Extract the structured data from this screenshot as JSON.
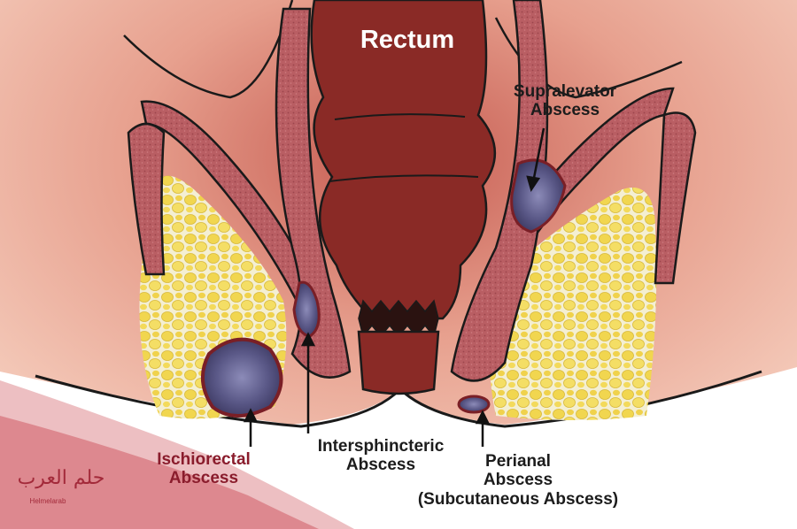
{
  "labels": {
    "rectum": "Rectum",
    "supralevator": [
      "Supralevator",
      "Abscess"
    ],
    "ischiorectal": [
      "Ischiorectal",
      "Abscess"
    ],
    "intersphincteric": [
      "Intersphincteric",
      "Abscess"
    ],
    "perianal": [
      "Perianal",
      "Abscess",
      "(Subcutaneous Abscess)"
    ]
  },
  "watermark": {
    "arabic": "حلم العرب",
    "latin": "Helmelarab"
  },
  "colors": {
    "skin": "#f6c8b2",
    "rectum": "#8a2a26",
    "muscle": "#b45a5e",
    "fat": "#f2dc5e",
    "abscess": "#5d5b86",
    "ischio_label": "#8a1c2c"
  }
}
